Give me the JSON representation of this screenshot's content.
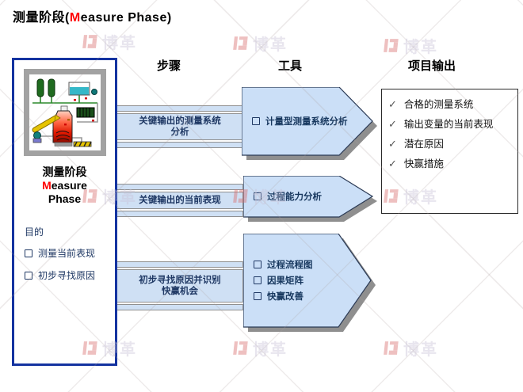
{
  "title": {
    "part1": "测量阶段(",
    "m": "M",
    "part2": "easure Phase)"
  },
  "headers": {
    "steps": "步骤",
    "tools": "工具",
    "outputs": "项目输出"
  },
  "phase_box": {
    "title_cn": "测量阶段",
    "m": "M",
    "en1": "easure",
    "en2": "Phase",
    "purpose_label": "目的",
    "purpose_items": [
      "测量当前表现",
      "初步寻找原因"
    ]
  },
  "rows": [
    {
      "step": "关键输出的测量系统\n分析",
      "tools": [
        "计量型测量系统分析"
      ]
    },
    {
      "step": "关键输出的当前表现",
      "tools": [
        "过程能力分析"
      ]
    },
    {
      "step": "初步寻找原因并识别\n快赢机会",
      "tools": [
        "过程流程图",
        "因果矩阵",
        "快赢改善"
      ]
    }
  ],
  "outputs": {
    "check_glyph": "✓",
    "items": [
      "合格的测量系统",
      "输出变量的当前表现",
      "潜在原因",
      "快赢措施"
    ]
  },
  "watermark": {
    "text": "博革"
  },
  "colors": {
    "accent_blue": "#1433a0",
    "band_fill": "#cfe0f4",
    "arrow_fill": "#cbdff7",
    "text_navy": "#1f3864",
    "highlight_red": "#ff0000",
    "shadow_gray": "#8f8f8f"
  }
}
